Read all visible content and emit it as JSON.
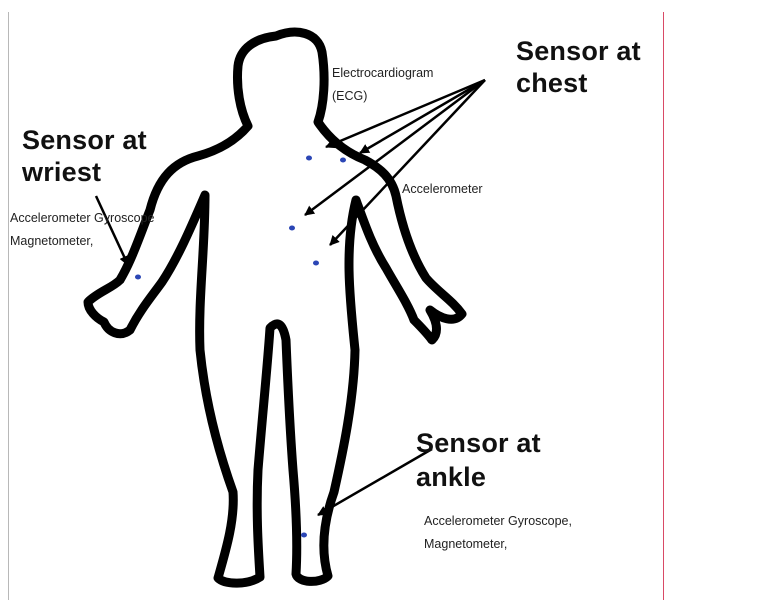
{
  "labels": {
    "chest_title_line1": "Sensor at",
    "chest_title_line2": "chest",
    "wrist_title_line1": "Sensor at",
    "wrist_title_line2": "wriest",
    "ankle_title_line1": "Sensor at",
    "ankle_title_line2": "ankle",
    "ecg_line1": "Electrocardiogram",
    "ecg_line2": "(ECG)",
    "chest_accel": "Accelerometer",
    "wrist_sensors_line1": "Accelerometer Gyroscope",
    "wrist_sensors_line2": "Magnetometer,",
    "ankle_sensors_line1": "Accelerometer Gyroscope,",
    "ankle_sensors_line2": "Magnetometer,"
  },
  "colors": {
    "outline": "#000000",
    "sensor_dot": "#2b46b5",
    "frame_right": "#d94a66"
  },
  "icons": {
    "body": "human-body-outline-icon",
    "sensor": "sensor-dot-icon",
    "arrow": "arrow-icon"
  }
}
